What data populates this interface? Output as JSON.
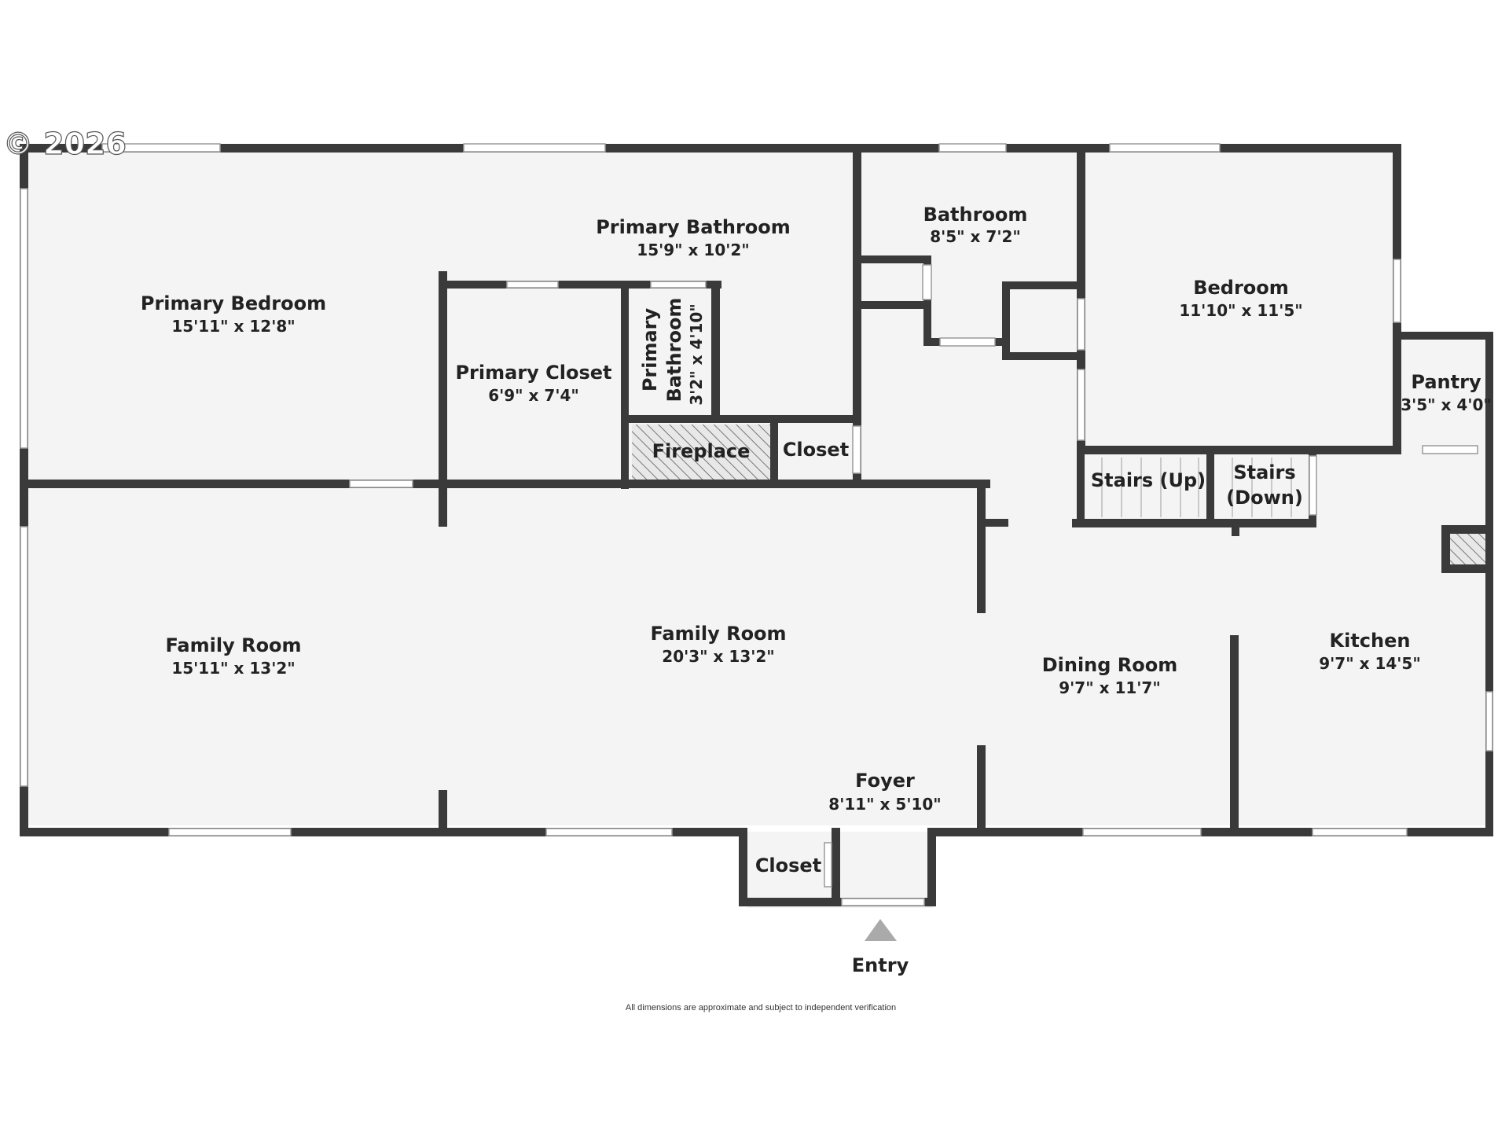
{
  "copyright": "© 2026",
  "footer_note": "All dimensions are approximate and subject to independent verification",
  "entry_label": "Entry",
  "rooms": [
    {
      "name": "Primary Bedroom",
      "dims": "15'11\" x 12'8\""
    },
    {
      "name": "Primary Bathroom",
      "dims": "15'9\" x 10'2\""
    },
    {
      "name": "Bathroom",
      "dims": "8'5\" x 7'2\""
    },
    {
      "name": "Bedroom",
      "dims": "11'10\" x 11'5\""
    },
    {
      "name": "Primary Closet",
      "dims": "6'9\" x 7'4\""
    },
    {
      "name": "Primary Bathroom",
      "dims": "3'2\" x 4'10\""
    },
    {
      "name": "Pantry",
      "dims": "3'5\" x 4'0\""
    },
    {
      "name": "Fireplace"
    },
    {
      "name": "Closet"
    },
    {
      "name": "Stairs (Up)"
    },
    {
      "name": "Stairs (Down)"
    },
    {
      "name": "Family Room",
      "dims": "15'11\" x 13'2\""
    },
    {
      "name": "Family Room",
      "dims": "20'3\" x 13'2\""
    },
    {
      "name": "Dining Room",
      "dims": "9'7\" x 11'7\""
    },
    {
      "name": "Kitchen",
      "dims": "9'7\" x 14'5\""
    },
    {
      "name": "Foyer",
      "dims": "8'11\" x 5'10\""
    },
    {
      "name": "Closet"
    }
  ]
}
